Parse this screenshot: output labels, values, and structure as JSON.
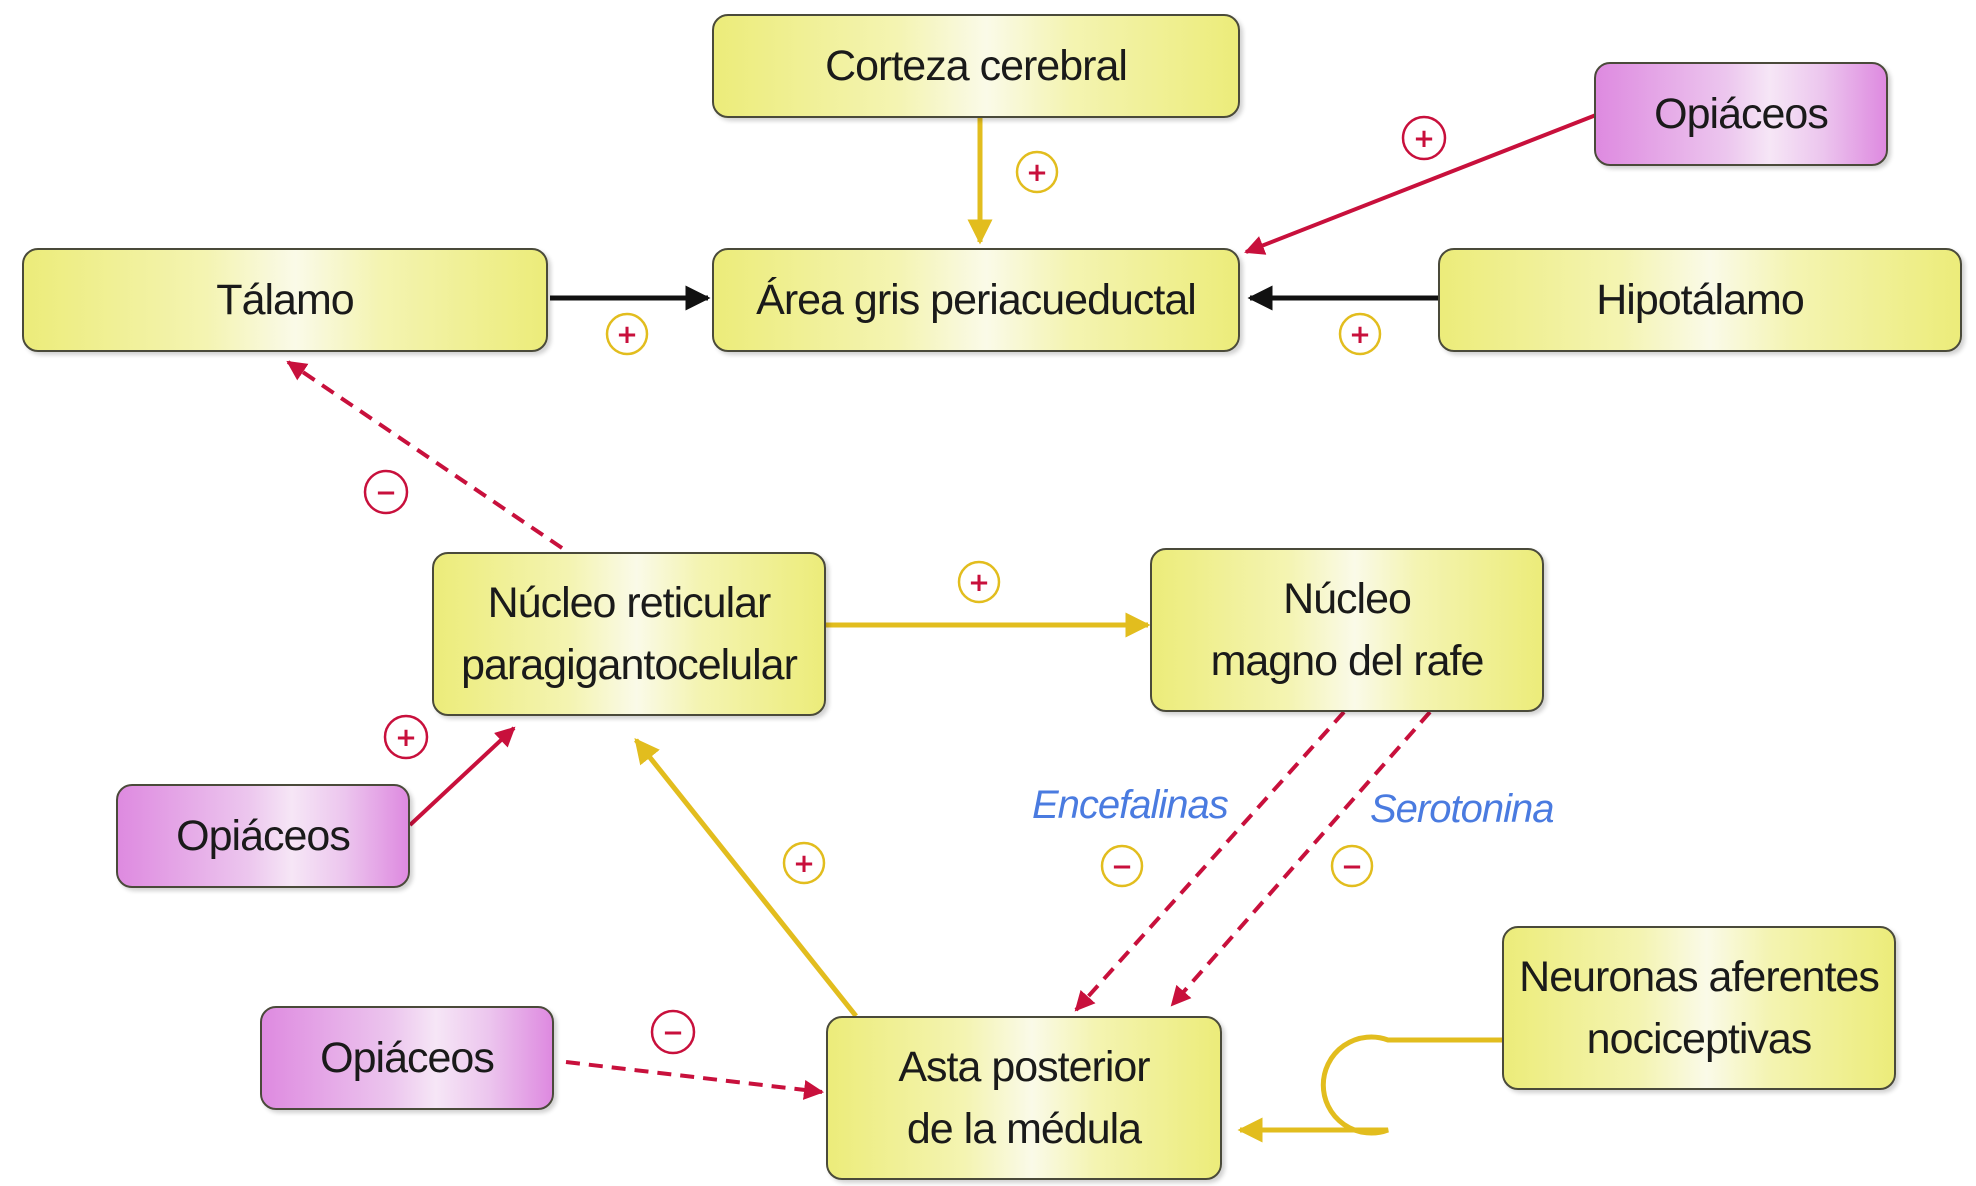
{
  "nodes": {
    "corteza": "Corteza cerebral",
    "opiaceos_top": "Opiáceos",
    "talamo": "Tálamo",
    "agp": "Área gris periacueductal",
    "hipotalamo": "Hipotálamo",
    "nrpg_line1": "Núcleo reticular",
    "nrpg_line2": "paragigantocelular",
    "nmr_line1": "Núcleo",
    "nmr_line2": "magno del rafe",
    "opiaceos_mid": "Opiáceos",
    "opiaceos_bottom": "Opiáceos",
    "asta_line1": "Asta posterior",
    "asta_line2": "de la médula",
    "neuronas_line1": "Neuronas aferentes",
    "neuronas_line2": "nociceptivas"
  },
  "labels": {
    "encefalinas": "Encefalinas",
    "serotonina": "Serotonina"
  },
  "signs": {
    "plus": "+",
    "minus": "−"
  },
  "colors": {
    "excitatory_yellow": "#e2bd1e",
    "opiate_red": "#c8103c",
    "neutral_black": "#111111",
    "neurotransmitter_blue": "#4a7be0",
    "node_yellow": "#ecec7a",
    "node_pink": "#de8ae0"
  }
}
